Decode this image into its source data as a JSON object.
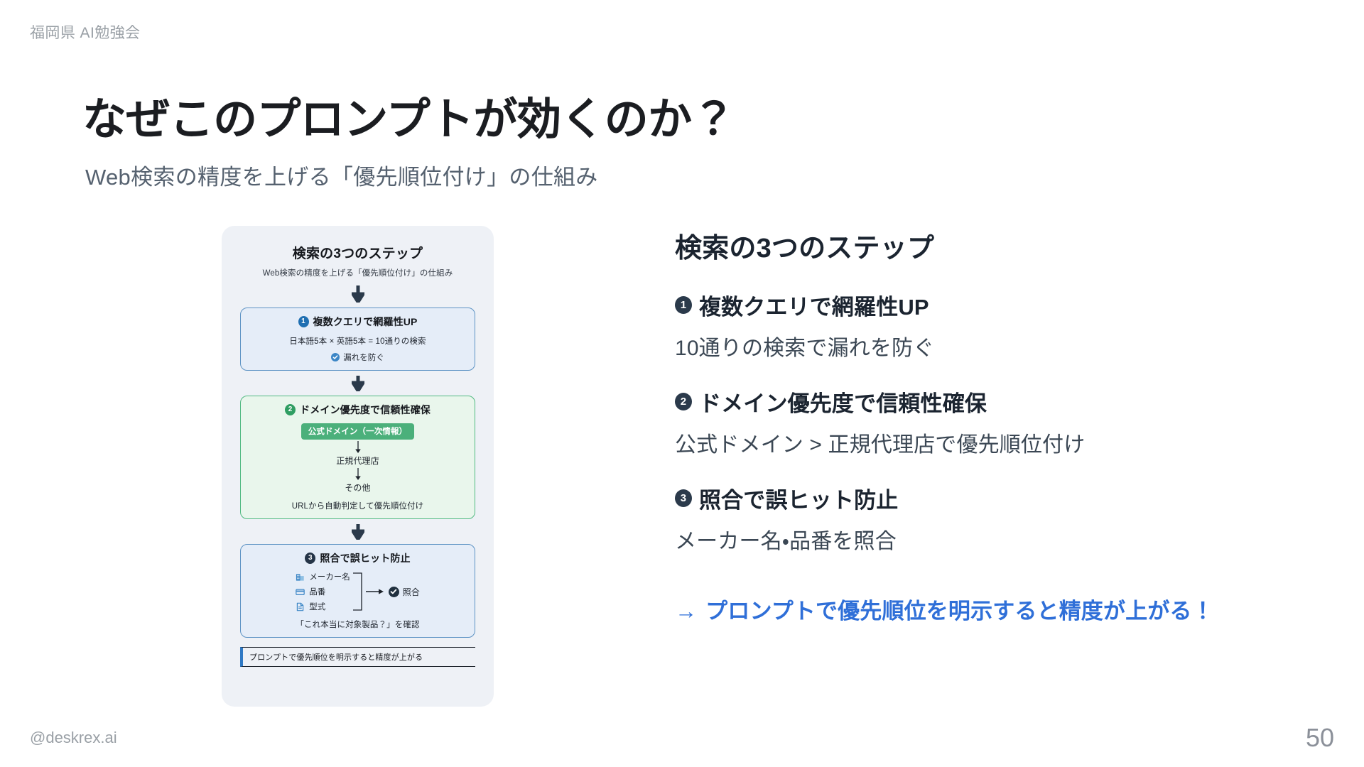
{
  "slide": {
    "eyebrow": "福岡県 AI勉強会",
    "title": "なぜこのプロンプトが効くのか？",
    "subtitle": "Web検索の精度を上げる「優先順位付け」の仕組み",
    "handle": "@deskrex.ai",
    "page_number": "50"
  },
  "colors": {
    "accent_blue": "#2f6fd8",
    "step1_border": "#5d93c4",
    "step1_bg": "#e5edf8",
    "step2_border": "#51b981",
    "step2_bg": "#e9f6ec",
    "pill_green": "#4bb07b",
    "badge_navy": "#2b3a4b",
    "card_bg": "#eef1f6"
  },
  "diagram": {
    "title": "検索の3つのステップ",
    "subtitle": "Web検索の精度を上げる「優先順位付け」の仕組み",
    "step1": {
      "badge": "1",
      "heading": "複数クエリで網羅性UP",
      "line": "日本語5本 × 英語5本 = 10通りの検索",
      "check_icon": "check-circle-icon",
      "check_label": "漏れを防ぐ"
    },
    "step2": {
      "badge": "2",
      "heading": "ドメイン優先度で信頼性確保",
      "pill": "公式ドメイン（一次情報）",
      "rank2": "正規代理店",
      "rank3": "その他",
      "note": "URLから自動判定して優先順位付け"
    },
    "step3": {
      "badge": "3",
      "heading": "照合で誤ヒット防止",
      "items": [
        {
          "icon": "building-icon",
          "label": "メーカー名"
        },
        {
          "icon": "card-icon",
          "label": "品番"
        },
        {
          "icon": "document-icon",
          "label": "型式"
        }
      ],
      "result_icon": "check-circle-filled-icon",
      "result_label": "照合",
      "note": "「これ本当に対象製品？」を確認"
    },
    "footer": "プロンプトで優先順位を明示すると精度が上がる"
  },
  "right": {
    "heading": "検索の3つのステップ",
    "points": [
      {
        "badge": "1",
        "title": "複数クエリで網羅性UP",
        "desc": "10通りの検索で漏れを防ぐ"
      },
      {
        "badge": "2",
        "title": "ドメイン優先度で信頼性確保",
        "desc": "公式ドメイン > 正規代理店で優先順位付け"
      },
      {
        "badge": "3",
        "title": "照合で誤ヒット防止",
        "desc": "メーカー名・品番を照合"
      }
    ],
    "conclusion_arrow": "→",
    "conclusion": "プロンプトで優先順位を明示すると精度が上がる！"
  }
}
